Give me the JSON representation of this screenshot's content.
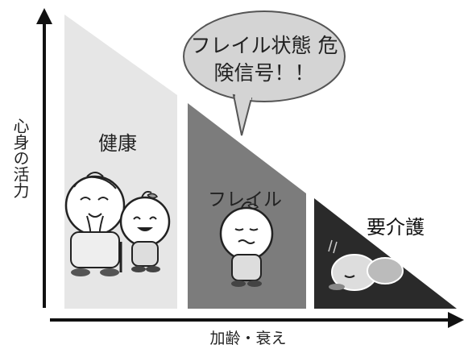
{
  "diagram": {
    "y_axis_label": "心身の活力",
    "x_axis_label": "加齢・衰え",
    "stages": [
      {
        "label": "健康"
      },
      {
        "label": "フレイル"
      },
      {
        "label": "要介護"
      }
    ],
    "speech_bubble": "フレイル状態 危険信号！！",
    "colors": {
      "healthy": "#e6e6e6",
      "frail": "#7c7c7c",
      "care": "#2a2a2a",
      "axis": "#111111",
      "bubble": "#d4d4d4"
    }
  }
}
